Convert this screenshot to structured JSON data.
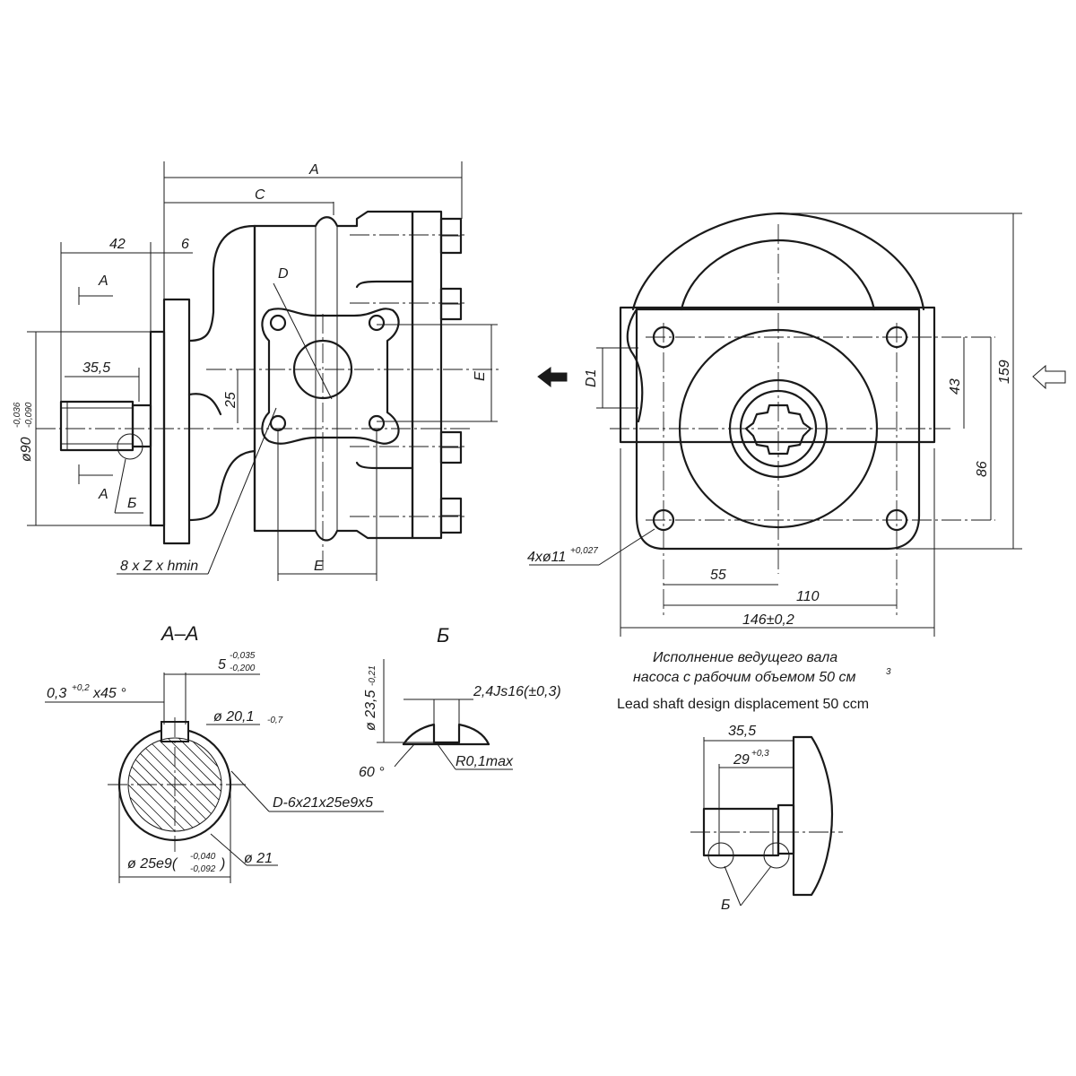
{
  "side_view": {
    "dim_A": "A",
    "dim_C": "C",
    "dim_42": "42",
    "dim_6": "6",
    "dim_35_5": "35,5",
    "dim_D": "D",
    "dim_E_vertical": "E",
    "dim_E_horizontal": "E",
    "dim_25": "25",
    "dim_d90": "ø90",
    "dim_d90_tol_upper": "-0,036",
    "dim_d90_tol_lower": "-0,090",
    "section_mark_top": "A",
    "section_mark_bottom": "A",
    "detail_mark": "Б",
    "note_threads": "8 x Z x hmin"
  },
  "front_view": {
    "dim_D1": "D1",
    "dim_43": "43",
    "dim_159": "159",
    "dim_86": "86",
    "dim_55": "55",
    "dim_110": "110",
    "dim_146": "146±0,2",
    "holes_note": "4xø11",
    "holes_tol": "+0,027"
  },
  "section_AA": {
    "title": "A–A",
    "dim_5": "5",
    "dim_5_tol_upper": "-0,035",
    "dim_5_tol_lower": "-0,200",
    "chamfer": "0,3",
    "chamfer_tol": "+0,2",
    "chamfer_angle": "x45 °",
    "dim_d20_1": "ø 20,1",
    "dim_d20_1_tol": "-0,7",
    "spline_note": "D-6x21x25e9x5",
    "dim_d25e9": "ø 25e9(",
    "dim_d25e9_tol_upper": "-0,040",
    "dim_d25e9_tol_lower": "-0,092",
    "dim_d25e9_close": ")",
    "dim_d21": "ø 21"
  },
  "detail_B": {
    "title": "Б",
    "dim_d23_5": "ø 23,5",
    "dim_d23_5_tol": "-0,21",
    "groove": "2,4Js16(±0,3)",
    "angle": "60 °",
    "radius": "R0,1max"
  },
  "lead_shaft": {
    "caption_ru_line1": "Исполнение ведущего вала",
    "caption_ru_line2": "насоса с рабочим объемом 50 см",
    "caption_ru_sup": "3",
    "caption_en": "Lead shaft design displacement 50 ccm",
    "dim_35_5": "35,5",
    "dim_29": "29",
    "dim_29_tol": "+0,3",
    "detail_mark": "Б"
  }
}
